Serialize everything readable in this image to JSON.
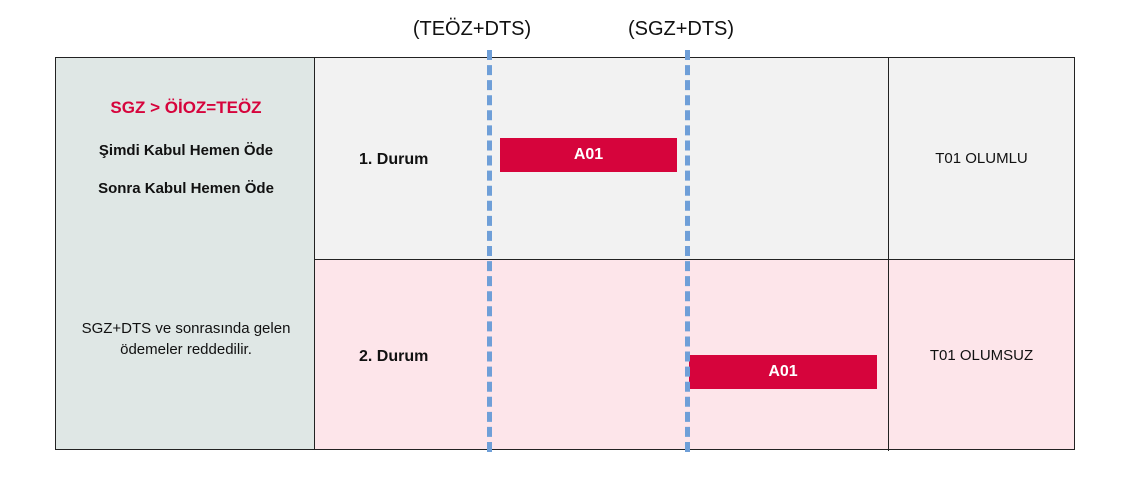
{
  "markers": {
    "teoz_dts": "(TEÖZ+DTS)",
    "sgz_dts": "(SGZ+DTS)"
  },
  "left_panel": {
    "rule_title": "SGZ > ÖİOZ=TEÖZ",
    "line1": "Şimdi Kabul Hemen Öde",
    "line2": "Sonra Kabul Hemen Öde",
    "note": "SGZ+DTS ve sonrasında gelen ödemeler reddedilir."
  },
  "cases": [
    {
      "label": "1. Durum",
      "bar": "A01",
      "result": "T01 OLUMLU"
    },
    {
      "label": "2. Durum",
      "bar": "A01",
      "result": "T01 OLUMSUZ"
    }
  ],
  "colors": {
    "accent_red": "#d6043c",
    "marker_blue": "#6f9fd8",
    "left_bg": "#dfe7e5",
    "row1_bg": "#f2f2f2",
    "row2_bg": "#fde5ea"
  }
}
